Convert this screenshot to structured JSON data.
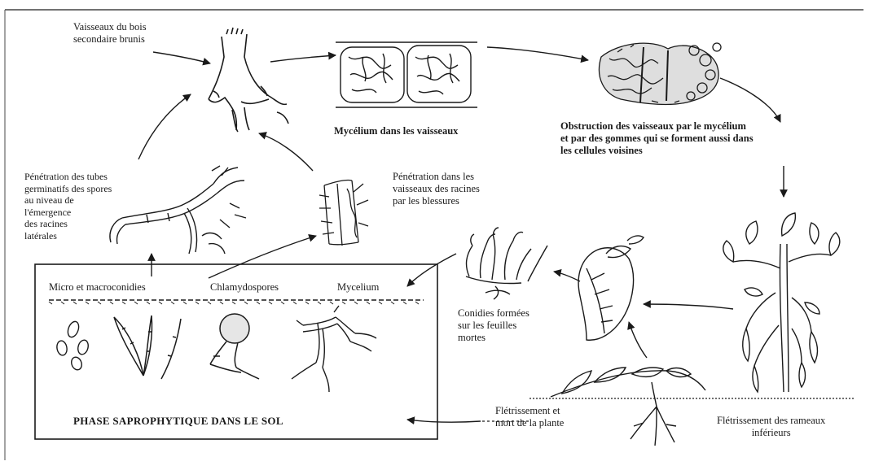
{
  "labels": {
    "vaisseaux_bois": "Vaisseaux du bois\nsecondaire brunis",
    "mycelium_vaisseaux": "Mycélium dans les vaisseaux",
    "obstruction": "Obstruction des vaisseaux par le mycélium\net par des gommes qui se forment aussi dans\nles cellules voisines",
    "penetration_tubes": "Pénétration des tubes\ngerminatifs des spores\nau niveau de\nl'émergence\ndes racines\nlatérales",
    "penetration_blessures": "Pénétration dans les\nvaisseaux des racines\npar les blessures",
    "micro_macro": "Micro et macroconidies",
    "chlamydospores": "Chlamydospores",
    "mycelium_sol": "Mycelium",
    "conidies": "Conidies formées\nsur les feuilles\nmortes",
    "fletrissement_mort": "Flétrissement et\nmort de la plante",
    "fletrissement_rameaux": "Flétrissement des rameaux\ninférieurs",
    "phase_saprophytique": "PHASE SAPROPHYTIQUE DANS LE SOL"
  },
  "colors": {
    "ink": "#1a1a1a",
    "background": "#ffffff"
  }
}
